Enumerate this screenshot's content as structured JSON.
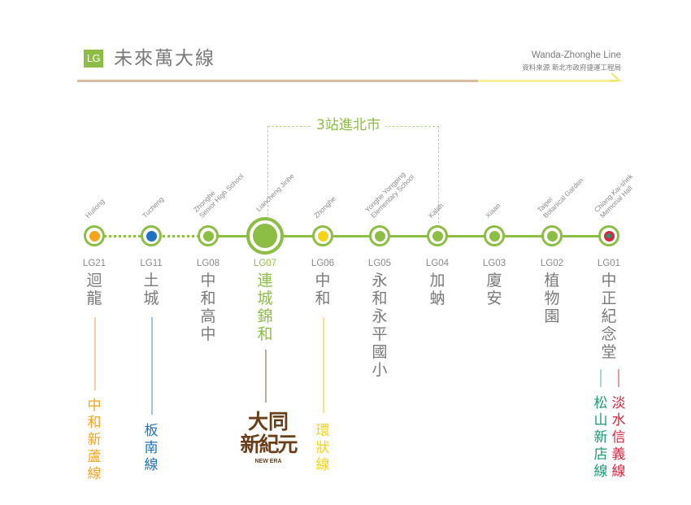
{
  "header": {
    "badge": "LG",
    "title": "未來萬大線",
    "english_title": "Wanda-Zhonghe Line",
    "source": "資料來源 新北市政府捷運工程局"
  },
  "bracket": {
    "label": "3站進北市"
  },
  "colors": {
    "line_green": "#8cbd45",
    "zhonghe_xinlu_orange": "#f5a41c",
    "bannan_blue": "#1f72c1",
    "circular_yellow": "#f5d317",
    "tamsui_xinyi_red": "#d7263d",
    "songshan_xindian_green": "#1a9a74",
    "brand_brown": "#6b3e1a"
  },
  "stations": [
    {
      "code": "LG21",
      "zh": [
        "迴",
        "龍"
      ],
      "en": [
        "Huilong"
      ],
      "dot": "#f5a41c"
    },
    {
      "code": "LG11",
      "zh": [
        "土",
        "城"
      ],
      "en": [
        "Tucheng"
      ],
      "dot": "#1f72c1"
    },
    {
      "code": "LG08",
      "zh": [
        "中",
        "和",
        "高",
        "中"
      ],
      "en": [
        "Zhonghe",
        "Senior High School"
      ],
      "dot": "#8cbd45"
    },
    {
      "code": "LG07",
      "zh": [
        "連",
        "城",
        "錦",
        "和"
      ],
      "en": [
        "Liancheng Jinhe"
      ],
      "dot": "#8cbd45",
      "highlight": true
    },
    {
      "code": "LG06",
      "zh": [
        "中",
        "和"
      ],
      "en": [
        "Zhonghe"
      ],
      "dot": "#f5d317"
    },
    {
      "code": "LG05",
      "zh": [
        "永",
        "和",
        "永",
        "平",
        "國",
        "小"
      ],
      "en": [
        "Yonghe Yongping",
        "Elementary School"
      ],
      "dot": "#8cbd45"
    },
    {
      "code": "LG04",
      "zh": [
        "加",
        "蚋"
      ],
      "en": [
        "Kalah"
      ],
      "dot": "#8cbd45"
    },
    {
      "code": "LG03",
      "zh": [
        "廈",
        "安"
      ],
      "en": [
        "Xiaan"
      ],
      "dot": "#8cbd45"
    },
    {
      "code": "LG02",
      "zh": [
        "植",
        "物",
        "園"
      ],
      "en": [
        "Taipei",
        "Botanical Garden"
      ],
      "dot": "#8cbd45"
    },
    {
      "code": "LG01",
      "zh": [
        "中",
        "正",
        "紀",
        "念",
        "堂"
      ],
      "en": [
        "Chiang Kai-shek",
        "Memorial Hall"
      ],
      "dot": "#d7263d",
      "inner_dot": "#1a9a74"
    }
  ],
  "transfers": {
    "zhonghe_xinlu": {
      "chars": [
        "中",
        "和",
        "新",
        "蘆",
        "線"
      ],
      "color": "#f5a41c"
    },
    "bannan": {
      "chars": [
        "板",
        "南",
        "線"
      ],
      "color": "#1f72c1"
    },
    "circular": {
      "chars": [
        "環",
        "狀",
        "線"
      ],
      "color": "#f5d317"
    },
    "songshan_xindian": {
      "chars": [
        "松",
        "山",
        "新",
        "店",
        "線"
      ],
      "color": "#1a9a74"
    },
    "tamsui_xinyi": {
      "chars": [
        "淡",
        "水",
        "信",
        "義",
        "線"
      ],
      "color": "#d7263d"
    }
  },
  "brand": {
    "line1": "大同",
    "line2": "新紀元",
    "line3": "NEW ERA"
  }
}
